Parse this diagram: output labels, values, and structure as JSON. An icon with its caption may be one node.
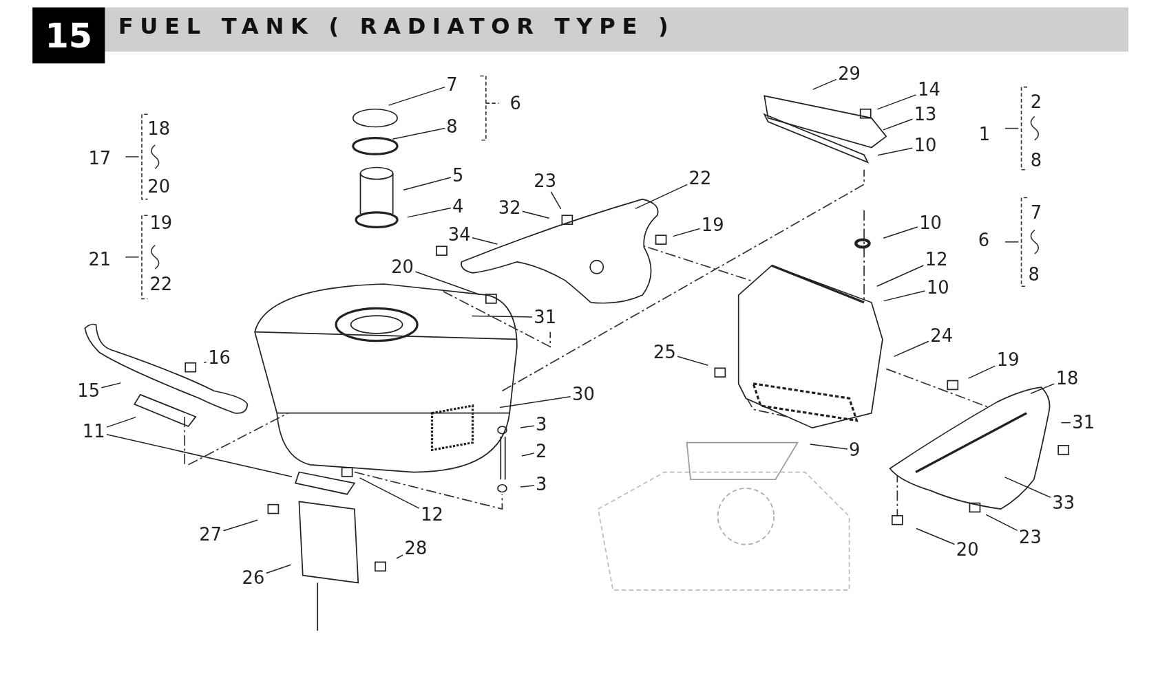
{
  "diagram": {
    "title": "FUEL TANK ( RADIATOR TYPE )",
    "nodes": [
      {
        "text": [
          "7"
        ]
      },
      {
        "text": [
          "29"
        ]
      },
      {
        "text": [
          "14"
        ]
      },
      {
        "text": [
          "8"
        ]
      },
      {
        "text": [
          "13"
        ]
      },
      {
        "text": [
          "10"
        ]
      },
      {
        "text": [
          "5"
        ]
      },
      {
        "text": [
          "23"
        ]
      },
      {
        "text": [
          "22"
        ]
      },
      {
        "text": [
          "4"
        ]
      },
      {
        "text": [
          "32"
        ]
      },
      {
        "text": [
          "10"
        ]
      },
      {
        "text": [
          "19"
        ]
      },
      {
        "text": [
          "34"
        ]
      },
      {
        "text": [
          "12"
        ]
      },
      {
        "text": [
          "20"
        ]
      },
      {
        "text": [
          "10"
        ]
      },
      {
        "text": [
          "31"
        ]
      },
      {
        "text": [
          "24"
        ]
      },
      {
        "text": [
          "25"
        ]
      },
      {
        "text": [
          "16"
        ]
      },
      {
        "text": [
          "19"
        ]
      },
      {
        "text": [
          "18"
        ]
      },
      {
        "text": [
          "15"
        ]
      },
      {
        "text": [
          "30"
        ]
      },
      {
        "text": [
          "31"
        ]
      },
      {
        "text": [
          "3"
        ]
      },
      {
        "text": [
          "11"
        ]
      },
      {
        "text": [
          "9"
        ]
      },
      {
        "text": [
          "2"
        ]
      },
      {
        "text": [
          "3"
        ]
      },
      {
        "text": [
          "33"
        ]
      },
      {
        "text": [
          "12"
        ]
      },
      {
        "text": [
          "27"
        ]
      },
      {
        "text": [
          "23"
        ]
      },
      {
        "text": [
          "28"
        ]
      },
      {
        "text": [
          "20"
        ]
      },
      {
        "text": [
          "26"
        ]
      }
    ],
    "edges": [
      {
        "from": 0,
        "to": null,
        "arrow": "none"
      },
      {
        "from": 1,
        "to": null,
        "arrow": "none"
      },
      {
        "from": 2,
        "to": null,
        "arrow": "none"
      },
      {
        "from": 3,
        "to": null,
        "arrow": "none"
      },
      {
        "from": 4,
        "to": null,
        "arrow": "none"
      },
      {
        "from": 5,
        "to": null,
        "arrow": "none"
      },
      {
        "from": 6,
        "to": null,
        "arrow": "none"
      },
      {
        "from": 7,
        "to": null,
        "arrow": "none"
      },
      {
        "from": 8,
        "to": null,
        "arrow": "none"
      },
      {
        "from": 9,
        "to": null,
        "arrow": "none"
      },
      {
        "from": 10,
        "to": null,
        "arrow": "none"
      },
      {
        "from": 11,
        "to": null,
        "arrow": "none"
      },
      {
        "from": 12,
        "to": null,
        "arrow": "none"
      },
      {
        "from": 13,
        "to": null,
        "arrow": "none"
      },
      {
        "from": 14,
        "to": null,
        "arrow": "none"
      },
      {
        "from": 15,
        "to": null,
        "arrow": "none"
      },
      {
        "from": 16,
        "to": null,
        "arrow": "none"
      },
      {
        "from": 17,
        "to": null,
        "arrow": "none"
      },
      {
        "from": 18,
        "to": null,
        "arrow": "none"
      },
      {
        "from": 19,
        "to": null,
        "arrow": "none"
      },
      {
        "from": 20,
        "to": null,
        "arrow": "none"
      },
      {
        "from": 21,
        "to": null,
        "arrow": "none"
      },
      {
        "from": 22,
        "to": null,
        "arrow": "none"
      },
      {
        "from": 23,
        "to": null,
        "arrow": "none"
      },
      {
        "from": 24,
        "to": null,
        "arrow": "none"
      },
      {
        "from": 25,
        "to": null,
        "arrow": "none"
      },
      {
        "from": 26,
        "to": null,
        "arrow": "none"
      },
      {
        "from": 27,
        "to": null,
        "arrow": "none"
      },
      {
        "from": 27,
        "to": null,
        "arrow": "none"
      },
      {
        "from": 28,
        "to": null,
        "arrow": "none"
      },
      {
        "from": 29,
        "to": null,
        "arrow": "none"
      },
      {
        "from": 30,
        "to": null,
        "arrow": "none"
      },
      {
        "from": 31,
        "to": null,
        "arrow": "none"
      },
      {
        "from": 32,
        "to": null,
        "arrow": "none"
      },
      {
        "from": 33,
        "to": null,
        "arrow": "none"
      },
      {
        "from": 34,
        "to": null,
        "arrow": "none"
      },
      {
        "from": 35,
        "to": null,
        "arrow": "none"
      },
      {
        "from": 36,
        "to": null,
        "arrow": "none"
      },
      {
        "from": 37,
        "to": null,
        "arrow": "none"
      }
    ],
    "labels": [
      "15",
      "18",
      "6",
      "2",
      "1",
      "17",
      "8",
      "20",
      "19",
      "7",
      "21",
      "6",
      "22",
      "8"
    ]
  }
}
